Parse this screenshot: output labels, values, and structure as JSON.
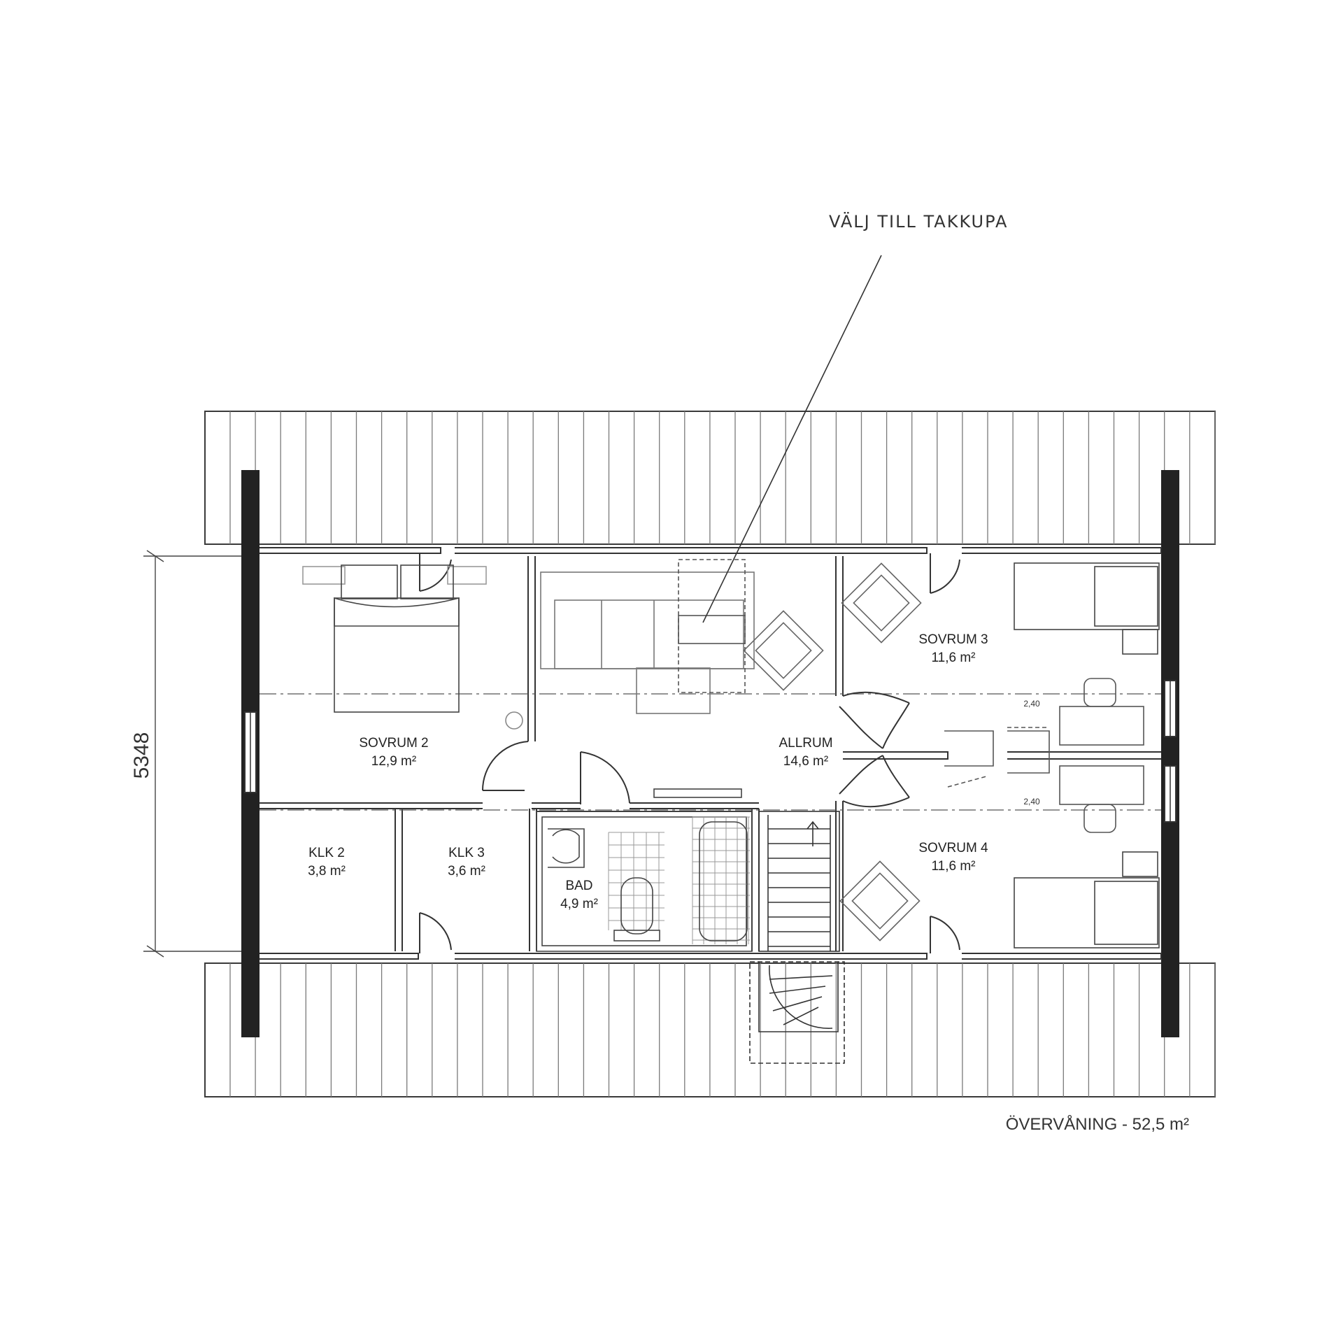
{
  "annotation": "VÄLJ TILL TAKKUPA",
  "dimension": "5348",
  "caption": "ÖVERVÅNING - 52,5 m²",
  "rooms": [
    {
      "name": "SOVRUM 2",
      "area": "12,9 m²"
    },
    {
      "name": "ALLRUM",
      "area": "14,6 m²"
    },
    {
      "name": "SOVRUM 3",
      "area": "11,6 m²"
    },
    {
      "name": "SOVRUM 4",
      "area": "11,6 m²"
    },
    {
      "name": "KLK 2",
      "area": "3,8 m²"
    },
    {
      "name": "KLK 3",
      "area": "3,6 m²"
    },
    {
      "name": "BAD",
      "area": "4,9 m²"
    }
  ],
  "heights": [
    "2,40",
    "2,40"
  ],
  "colors": {
    "line": "#3a3a3a",
    "wall": "#222222",
    "light": "#8a8a8a"
  }
}
